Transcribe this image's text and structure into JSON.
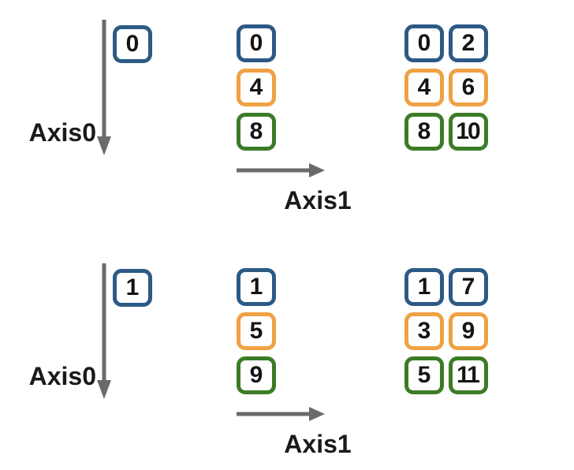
{
  "colors": {
    "box_blue": "#2C5A85",
    "box_orange": "#EFA143",
    "box_green": "#3C7B26",
    "arrow_gray": "#6A6A6A",
    "digit": "#141414",
    "background": "#FFFFFF"
  },
  "sections": [
    {
      "axis0_label": "Axis0",
      "axis1_label": "Axis1",
      "scalar": {
        "value": "0",
        "color": "box_blue"
      },
      "column": [
        {
          "value": "0",
          "color": "box_blue"
        },
        {
          "value": "4",
          "color": "box_orange"
        },
        {
          "value": "8",
          "color": "box_green"
        }
      ],
      "grid": [
        [
          {
            "value": "0",
            "color": "box_blue"
          },
          {
            "value": "2",
            "color": "box_blue"
          }
        ],
        [
          {
            "value": "4",
            "color": "box_orange"
          },
          {
            "value": "6",
            "color": "box_orange"
          }
        ],
        [
          {
            "value": "8",
            "color": "box_green"
          },
          {
            "value": "10",
            "color": "box_green"
          }
        ]
      ]
    },
    {
      "axis0_label": "Axis0",
      "axis1_label": "Axis1",
      "scalar": {
        "value": "1",
        "color": "box_blue"
      },
      "column": [
        {
          "value": "1",
          "color": "box_blue"
        },
        {
          "value": "5",
          "color": "box_orange"
        },
        {
          "value": "9",
          "color": "box_green"
        }
      ],
      "grid": [
        [
          {
            "value": "1",
            "color": "box_blue"
          },
          {
            "value": "7",
            "color": "box_blue"
          }
        ],
        [
          {
            "value": "3",
            "color": "box_orange"
          },
          {
            "value": "9",
            "color": "box_orange"
          }
        ],
        [
          {
            "value": "5",
            "color": "box_green"
          },
          {
            "value": "11",
            "color": "box_green"
          }
        ]
      ]
    }
  ]
}
